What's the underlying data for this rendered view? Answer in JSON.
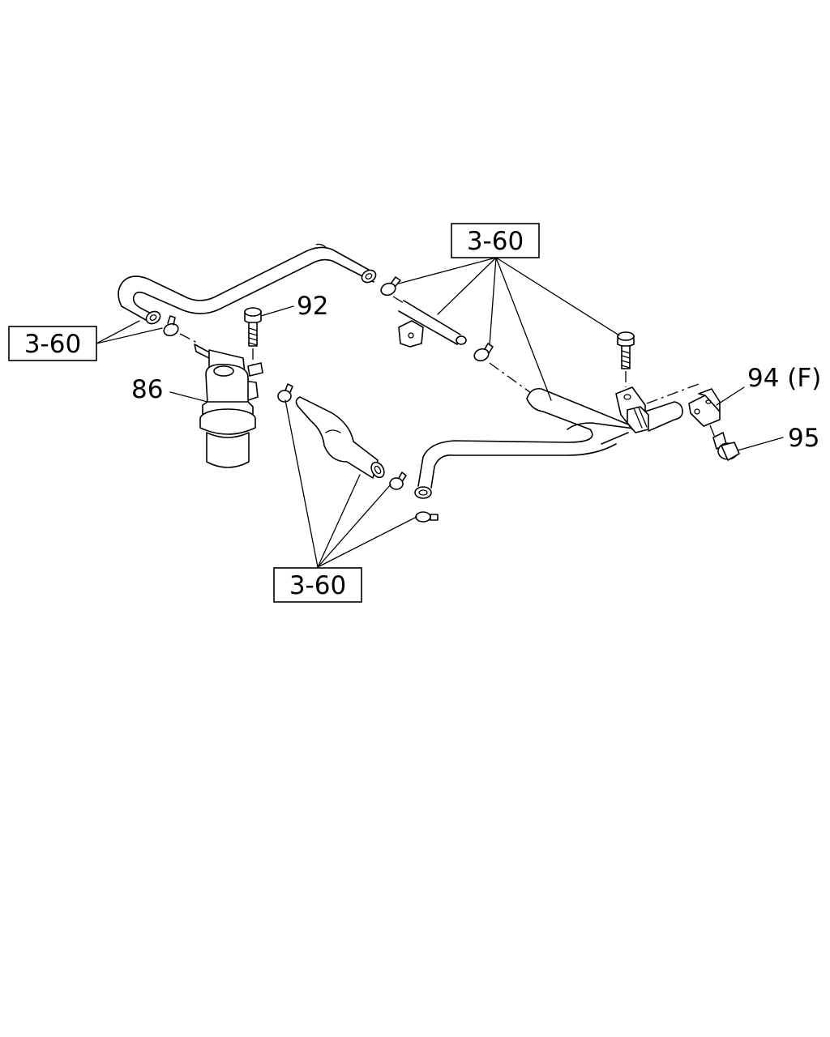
{
  "callouts": {
    "ref_top": "3-60",
    "ref_left": "3-60",
    "ref_bottom": "3-60",
    "part_92": "92",
    "part_86": "86",
    "part_94": "94 (F)",
    "part_95": "95"
  }
}
